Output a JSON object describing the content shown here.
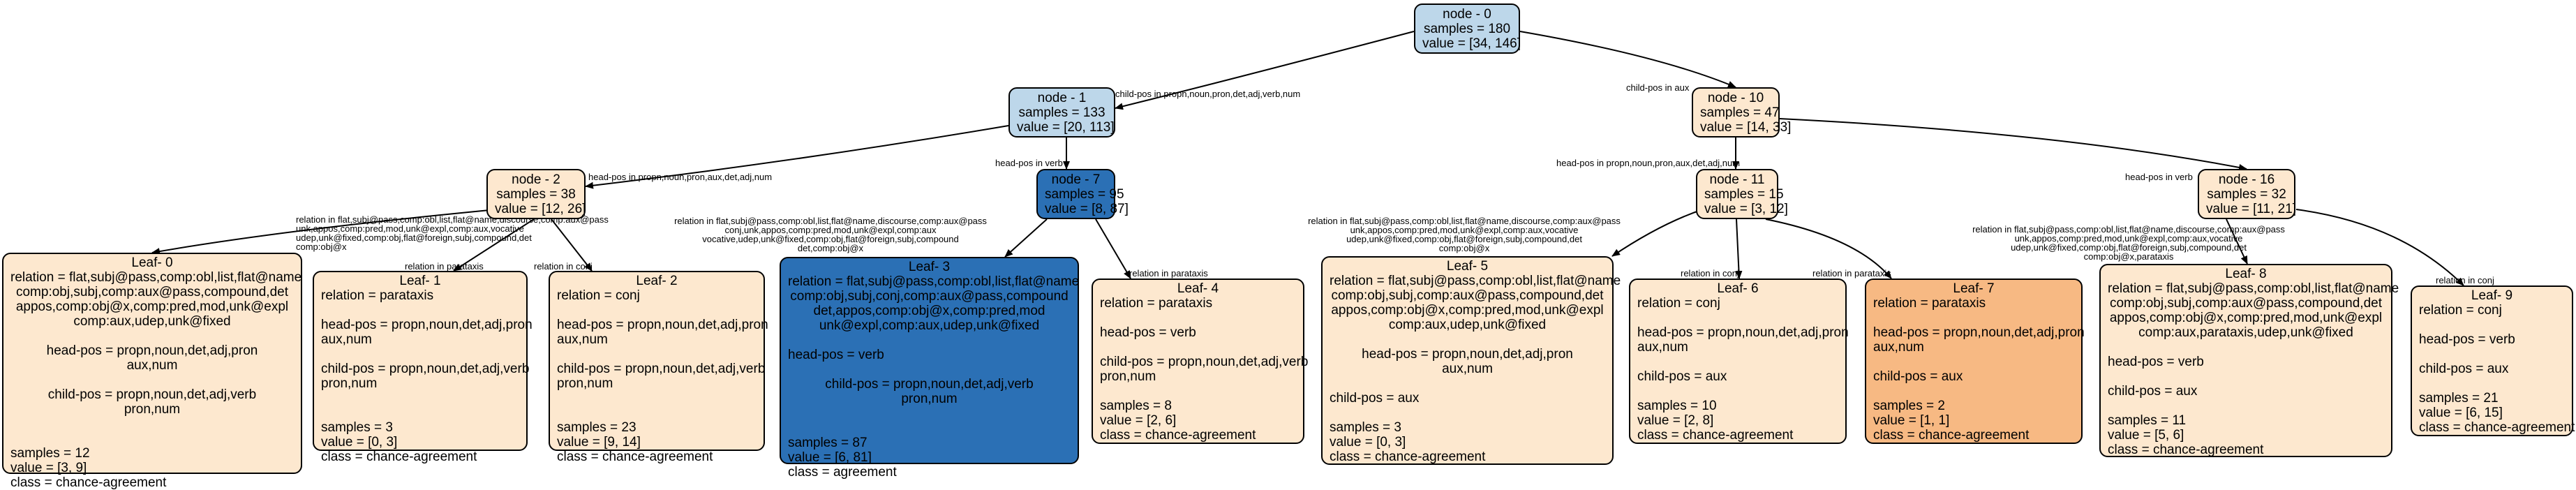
{
  "colors": {
    "node_0": "#bdd7ea",
    "node_1": "#bdd7ea",
    "node_10": "#fde8cf",
    "node_2": "#fde8cf",
    "node_7": "#2b70b5",
    "node_11": "#fde8cf",
    "node_16": "#fde8cf",
    "leaf_0": "#fde8cf",
    "leaf_1": "#fde8cf",
    "leaf_2": "#fde8cf",
    "leaf_3": "#2b70b5",
    "leaf_4": "#fde8cf",
    "leaf_5": "#fde8cf",
    "leaf_6": "#fde8cf",
    "leaf_7": "#f7b983",
    "leaf_8": "#fde8cf",
    "leaf_9": "#fde8cf"
  },
  "nodes": {
    "node_0": [
      "node - 0",
      "samples = 180",
      "value = [34, 146]"
    ],
    "node_1": [
      "node - 1",
      "samples = 133",
      "value = [20, 113]"
    ],
    "node_10": [
      "node - 10",
      "samples = 47",
      "value = [14, 33]"
    ],
    "node_2": [
      "node - 2",
      "samples = 38",
      "value = [12, 26]"
    ],
    "node_7": [
      "node - 7",
      "samples = 95",
      "value = [8, 87]"
    ],
    "node_11": [
      "node - 11",
      "samples = 15",
      "value = [3, 12]"
    ],
    "node_16": [
      "node - 16",
      "samples = 32",
      "value = [11, 21]"
    ],
    "leaf_0": [
      "Leaf- 0",
      "relation = flat,subj@pass,comp:obl,list,flat@name",
      "comp:obj,subj,comp:aux@pass,compound,det",
      "appos,comp:obj@x,comp:pred,mod,unk@expl",
      "comp:aux,udep,unk@fixed",
      "",
      "head-pos = propn,noun,det,adj,pron",
      "aux,num",
      "",
      "child-pos = propn,noun,det,adj,verb",
      "pron,num",
      "",
      "",
      "samples = 12",
      "value = [3, 9]",
      "class = chance-agreement"
    ],
    "leaf_1": [
      "Leaf- 1",
      "relation = parataxis",
      "",
      "head-pos = propn,noun,det,adj,pron",
      "aux,num",
      "",
      "child-pos = propn,noun,det,adj,verb",
      "pron,num",
      "",
      "",
      "samples = 3",
      "value = [0, 3]",
      "class = chance-agreement"
    ],
    "leaf_2": [
      "Leaf- 2",
      "relation = conj",
      "",
      "head-pos = propn,noun,det,adj,pron",
      "aux,num",
      "",
      "child-pos = propn,noun,det,adj,verb",
      "pron,num",
      "",
      "",
      "samples = 23",
      "value = [9, 14]",
      "class = chance-agreement"
    ],
    "leaf_3": [
      "Leaf- 3",
      "relation = flat,subj@pass,comp:obl,list,flat@name",
      "comp:obj,subj,conj,comp:aux@pass,compound",
      "det,appos,comp:obj@x,comp:pred,mod",
      "unk@expl,comp:aux,udep,unk@fixed",
      "",
      "head-pos = verb",
      "",
      "child-pos = propn,noun,det,adj,verb",
      "pron,num",
      "",
      "",
      "samples = 87",
      "value = [6, 81]",
      "class = agreement"
    ],
    "leaf_4": [
      "Leaf- 4",
      "relation = parataxis",
      "",
      "head-pos = verb",
      "",
      "child-pos = propn,noun,det,adj,verb",
      "pron,num",
      "",
      "samples = 8",
      "value = [2, 6]",
      "class = chance-agreement"
    ],
    "leaf_5": [
      "Leaf- 5",
      "relation = flat,subj@pass,comp:obl,list,flat@name",
      "comp:obj,subj,comp:aux@pass,compound,det",
      "appos,comp:obj@x,comp:pred,mod,unk@expl",
      "comp:aux,udep,unk@fixed",
      "",
      "head-pos = propn,noun,det,adj,pron",
      "aux,num",
      "",
      "child-pos = aux",
      "",
      "samples = 3",
      "value = [0, 3]",
      "class = chance-agreement"
    ],
    "leaf_6": [
      "Leaf- 6",
      "relation = conj",
      "",
      "head-pos = propn,noun,det,adj,pron",
      "aux,num",
      "",
      "child-pos = aux",
      "",
      "samples = 10",
      "value = [2, 8]",
      "class = chance-agreement"
    ],
    "leaf_7": [
      "Leaf- 7",
      "relation = parataxis",
      "",
      "head-pos = propn,noun,det,adj,pron",
      "aux,num",
      "",
      "child-pos = aux",
      "",
      "samples = 2",
      "value = [1, 1]",
      "class = chance-agreement"
    ],
    "leaf_8": [
      "Leaf- 8",
      "relation = flat,subj@pass,comp:obl,list,flat@name",
      "comp:obj,subj,comp:aux@pass,compound,det",
      "appos,comp:obj@x,comp:pred,mod,unk@expl",
      "comp:aux,parataxis,udep,unk@fixed",
      "",
      "head-pos = verb",
      "",
      "child-pos = aux",
      "",
      "samples = 11",
      "value = [5, 6]",
      "class = chance-agreement"
    ],
    "leaf_9": [
      "Leaf- 9",
      "relation = conj",
      "",
      "head-pos = verb",
      "",
      "child-pos = aux",
      "",
      "samples = 21",
      "value = [6, 15]",
      "class = chance-agreement"
    ]
  },
  "edges": {
    "e0_1": [
      "child-pos in propn,noun,pron,det,adj,verb,num"
    ],
    "e0_10": [
      "child-pos in aux"
    ],
    "e1_2": [
      "head-pos in propn,noun,pron,aux,det,adj,num"
    ],
    "e1_7": [
      "head-pos in verb"
    ],
    "e2_l0": [
      "relation in flat,subj@pass,comp:obl,list,flat@name,discourse,comp:aux@pass",
      "unk,appos,comp:pred,mod,unk@expl,comp:aux,vocative",
      "udep,unk@fixed,comp:obj,flat@foreign,subj,compound,det",
      "comp:obj@x"
    ],
    "e2_l1": [
      "relation in parataxis"
    ],
    "e2_l2": [
      "relation in conj"
    ],
    "e7_l3": [
      "relation in flat,subj@pass,comp:obl,list,flat@name,discourse,comp:aux@pass",
      "conj,unk,appos,comp:pred,mod,unk@expl,comp:aux",
      "vocative,udep,unk@fixed,comp:obj,flat@foreign,subj,compound",
      "det,comp:obj@x"
    ],
    "e7_l4": [
      "relation in parataxis"
    ],
    "e10_11": [
      "head-pos in propn,noun,pron,aux,det,adj,num"
    ],
    "e10_16": [
      "head-pos in verb"
    ],
    "e11_l5": [
      "relation in flat,subj@pass,comp:obl,list,flat@name,discourse,comp:aux@pass",
      "unk,appos,comp:pred,mod,unk@expl,comp:aux,vocative",
      "udep,unk@fixed,comp:obj,flat@foreign,subj,compound,det",
      "comp:obj@x"
    ],
    "e11_l6": [
      "relation in conj"
    ],
    "e11_l7": [
      "relation in parataxis"
    ],
    "e16_l8": [
      "relation in flat,subj@pass,comp:obl,list,flat@name,discourse,comp:aux@pass",
      "unk,appos,comp:pred,mod,unk@expl,comp:aux,vocative",
      "udep,unk@fixed,comp:obj,flat@foreign,subj,compound,det",
      "comp:obj@x,parataxis"
    ],
    "e16_l9": [
      "relation in conj"
    ]
  }
}
